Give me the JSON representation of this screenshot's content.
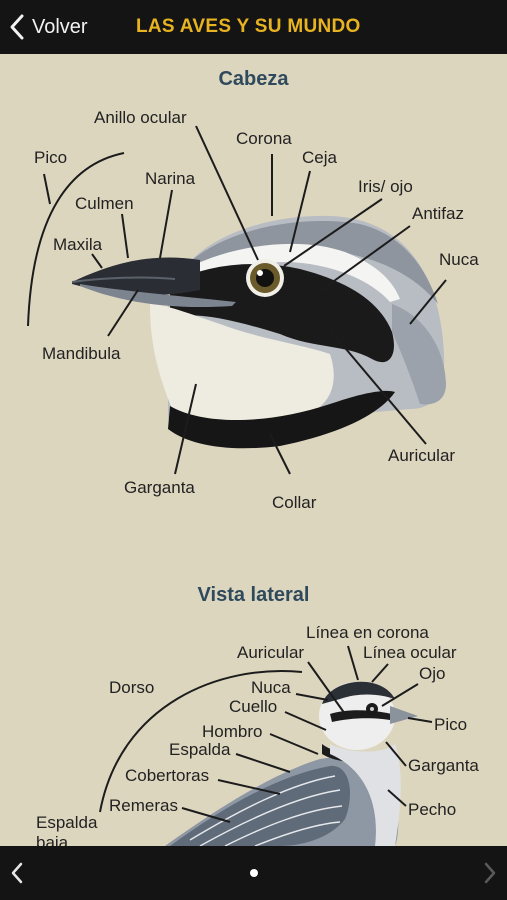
{
  "header": {
    "back_label": "Volver",
    "title": "LAS AVES Y SU MUNDO"
  },
  "sections": [
    {
      "title": "Cabeza",
      "labels": {
        "pico": "Pico",
        "anillo_ocular": "Anillo ocular",
        "corona": "Corona",
        "ceja": "Ceja",
        "narina": "Narina",
        "culmen": "Culmen",
        "iris_ojo": "Iris/ ojo",
        "antifaz": "Antifaz",
        "maxila": "Maxila",
        "nuca": "Nuca",
        "mandibula": "Mandibula",
        "auricular": "Auricular",
        "garganta": "Garganta",
        "collar": "Collar"
      }
    },
    {
      "title": "Vista lateral",
      "labels": {
        "linea_en_corona": "Línea en corona",
        "auricular": "Auricular",
        "linea_ocular": "Línea ocular",
        "dorso": "Dorso",
        "nuca": "Nuca",
        "ojo": "Ojo",
        "cuello": "Cuello",
        "pico": "Pico",
        "hombro": "Hombro",
        "espalda": "Espalda",
        "garganta": "Garganta",
        "cobertoras": "Cobertoras",
        "remeras": "Remeras",
        "pecho": "Pecho",
        "espalda_baja": "Espalda\nbaja"
      }
    }
  ],
  "pager": {
    "current_page": 1
  },
  "colors": {
    "background": "#ddd6bf",
    "bar": "#141414",
    "title": "#e8b321",
    "section_title": "#2f4a5c"
  }
}
